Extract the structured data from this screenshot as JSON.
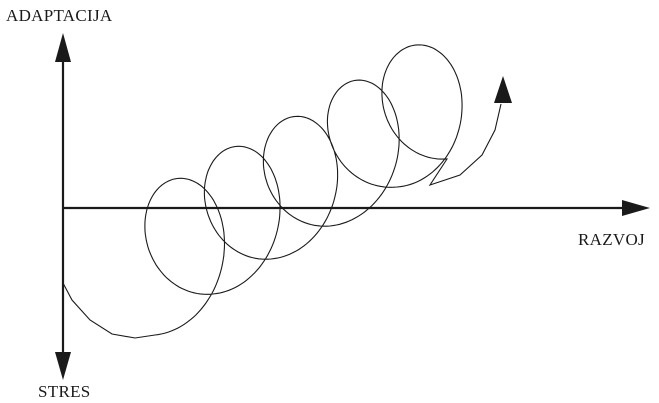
{
  "labels": {
    "vertical_up": "ADAPTACIJA",
    "horizontal_right": "RAZVOJ",
    "vertical_down": "STRES"
  },
  "colors": {
    "stroke": "#1a1a1a",
    "background": "#ffffff"
  }
}
